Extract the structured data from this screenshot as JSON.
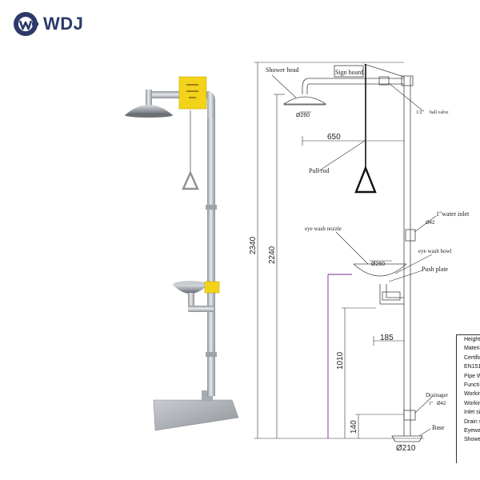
{
  "brand": {
    "logo_text": "WDJ"
  },
  "labels": {
    "shower_head": "Shower head",
    "sign_board": "Sign board",
    "ball_valve_size": "1/2\"",
    "ball_valve": "ball valve",
    "pull_rod": "Pull rod",
    "water_inlet_size": "1\"water inlet",
    "water_inlet_dia": "Ø42",
    "eye_wash_nozzle": "eye wash nozzle",
    "eye_wash_bowl": "eye wash bowl",
    "push_plate": "Push plate",
    "drainage": "Drainager",
    "drainage_size": "1\"",
    "drainage_dia": "Ø42",
    "base": "Base"
  },
  "dimensions": {
    "shower_head_dia": "Ø260",
    "reach": "650",
    "total_height": "2340",
    "shower_height": "2240",
    "bowl_dia": "Ø260",
    "bowl_offset": "185",
    "bowl_height": "1010",
    "drain_height": "140",
    "base_dia": "Ø210"
  },
  "spec_rows": [
    "Height",
    "Materia",
    "Certific",
    "EN151",
    "Pipe W",
    "Functi",
    "Workin",
    "Workin",
    "Inlet si",
    "Drain s",
    "Eyewa",
    "Showe"
  ],
  "colors": {
    "brand": "#2b3a6b",
    "sign": "#f2d31a",
    "steel": "#b9bdc2"
  }
}
